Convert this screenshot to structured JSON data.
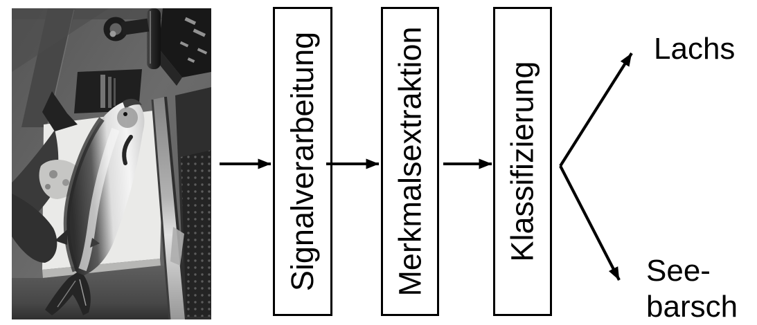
{
  "diagram": {
    "photo": {
      "icon": "fish-photo"
    },
    "stages": [
      {
        "label": "Signalverarbeitung"
      },
      {
        "label": "Merkmalsextraktion"
      },
      {
        "label": "Klassifizierung"
      }
    ],
    "outputs": [
      {
        "label": "Lachs"
      },
      {
        "label": "See-\nbarsch"
      }
    ],
    "colors": {
      "line": "#000000",
      "box_border": "#000000",
      "box_fill": "#ffffff",
      "text": "#000000",
      "background": "#ffffff"
    }
  }
}
